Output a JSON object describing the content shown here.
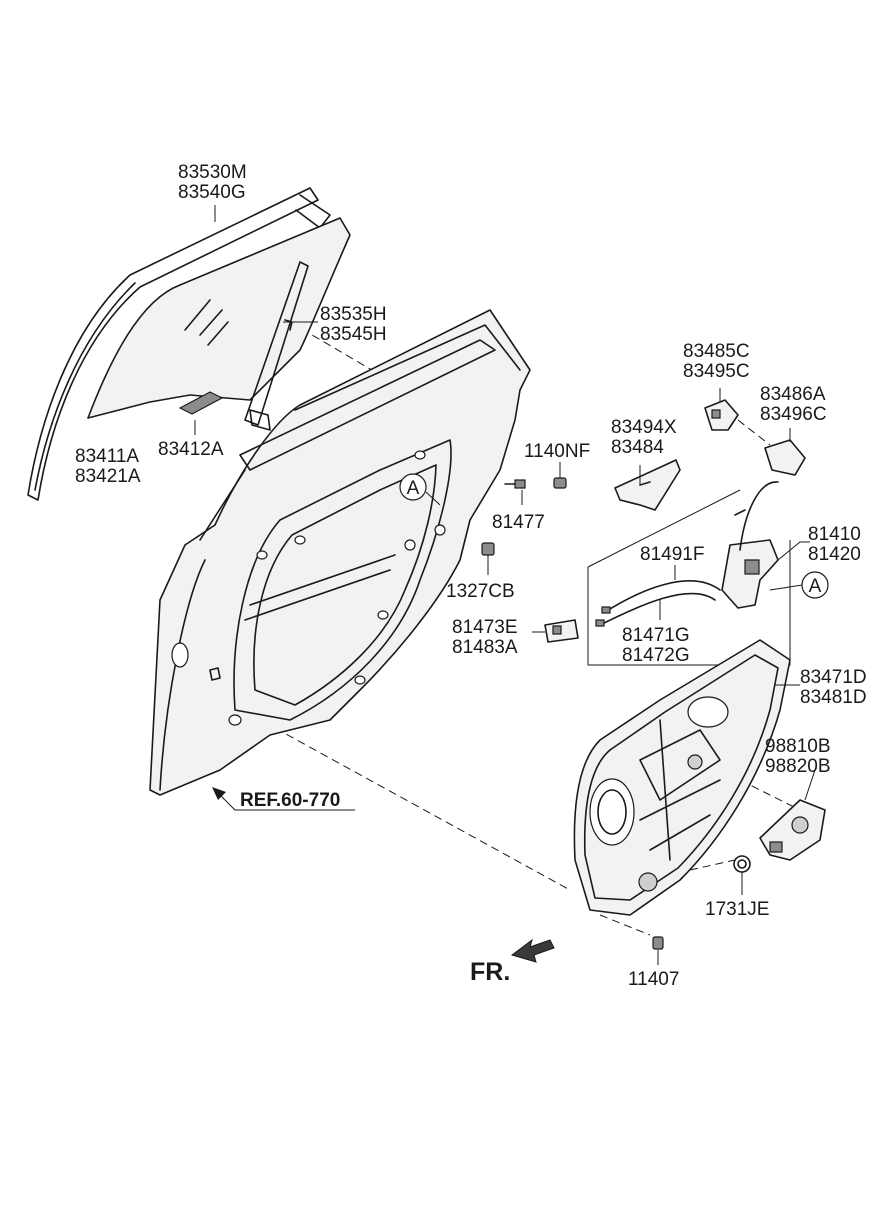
{
  "labels": {
    "glass_run": [
      "83530M",
      "83540G"
    ],
    "channel": [
      "83535H",
      "83545H"
    ],
    "glass": [
      "83411A",
      "83421A"
    ],
    "glass_pad": "83412A",
    "bracket_a": [
      "83485C",
      "83495C"
    ],
    "bracket_b": [
      "83486A",
      "83496C"
    ],
    "lock_rod_holder": [
      "83494X",
      "83484"
    ],
    "bolt_1140": "1140NF",
    "screw_81477": "81477",
    "nut_1327": "1327CB",
    "latch": [
      "81410",
      "81420"
    ],
    "cable": "81491F",
    "cable_set": [
      "81471G",
      "81472G"
    ],
    "striker": [
      "81473E",
      "81483A"
    ],
    "module_panel": [
      "83471D",
      "83481D"
    ],
    "motor": [
      "98810B",
      "98820B"
    ],
    "grommet": "1731JE",
    "bolt_11407": "11407",
    "ref": "REF.60-770",
    "front": "FR.",
    "callout_a": "A"
  },
  "colors": {
    "line": "#1a1a1a",
    "part_fill": "#f2f2f2",
    "part_dark": "#8c8c8c",
    "background": "#ffffff"
  }
}
